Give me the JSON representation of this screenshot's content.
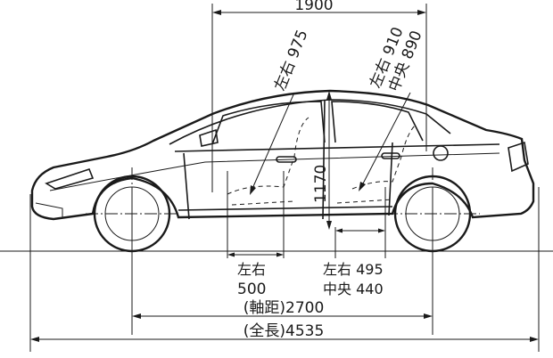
{
  "dimensions": {
    "shoulder_width": "1900",
    "front_headroom_side": "左右 975",
    "rear_headroom_side": "左右 910",
    "rear_headroom_center": "中央 890",
    "cabin_height": "1170",
    "front_legroom_prefix": "左右",
    "front_legroom": "500",
    "rear_legroom_side": "左右 495",
    "rear_legroom_center": "中央 440",
    "wheelbase": "(軸距)2700",
    "overall_length": "(全長)4535"
  }
}
